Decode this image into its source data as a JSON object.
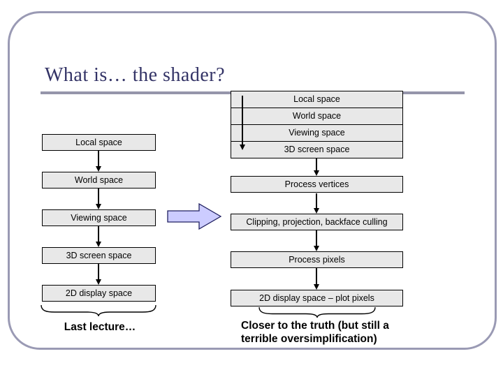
{
  "slide": {
    "title": "What is… the shader?",
    "left_flow": {
      "boxes": [
        "Local space",
        "World space",
        "Viewing space",
        "3D screen space",
        "2D display space"
      ],
      "caption": "Last lecture…"
    },
    "right_flow": {
      "stacked_rows": [
        "Local space",
        "World space",
        "Viewing space",
        "3D screen space"
      ],
      "boxes": [
        "Process vertices",
        "Clipping, projection, backface culling",
        "Process pixels",
        "2D display space – plot pixels"
      ],
      "caption_line1": "Closer to the truth (but still a",
      "caption_line2": "terrible oversimplification)"
    },
    "colors": {
      "title_text": "#333366",
      "title_underline": "#9595aa",
      "frame_border": "#9a9ab4",
      "box_fill": "#e8e8e8",
      "box_border": "#000000",
      "block_arrow_fill": "#ccccff",
      "block_arrow_stroke": "#202060",
      "connector": "#000000"
    }
  }
}
